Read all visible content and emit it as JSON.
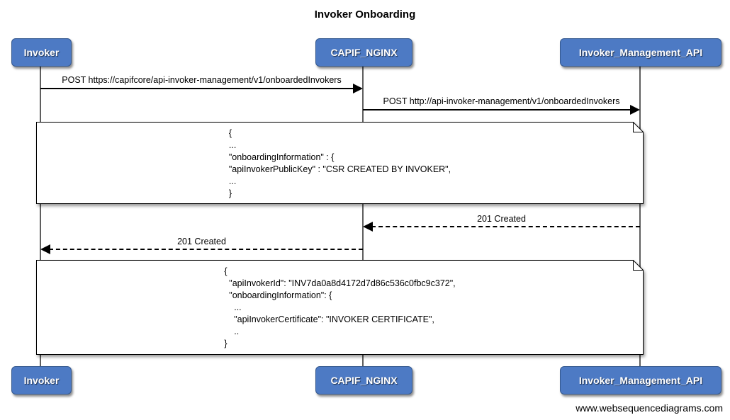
{
  "title": "Invoker Onboarding",
  "actors": [
    {
      "label": "Invoker"
    },
    {
      "label": "CAPIF_NGINX"
    },
    {
      "label": "Invoker_Management_API"
    }
  ],
  "messages": [
    {
      "from": "Invoker",
      "to": "CAPIF_NGINX",
      "line": "solid",
      "label": "POST https://capifcore/api-invoker-management/v1/onboardedInvokers"
    },
    {
      "from": "CAPIF_NGINX",
      "to": "Invoker_Management_API",
      "line": "solid",
      "label": "POST http://api-invoker-management/v1/onboardedInvokers"
    },
    {
      "from": "Invoker_Management_API",
      "to": "CAPIF_NGINX",
      "line": "dashed",
      "label": "201 Created"
    },
    {
      "from": "CAPIF_NGINX",
      "to": "Invoker",
      "line": "dashed",
      "label": "201 Created"
    }
  ],
  "notes": [
    {
      "lines": [
        "{",
        "...",
        "\"onboardingInformation\" : {",
        "\"apiInvokerPublicKey\" : \"CSR CREATED BY INVOKER\",",
        "...",
        "}"
      ]
    },
    {
      "lines": [
        "{",
        "  \"apiInvokerId\": \"INV7da0a8d4172d7d86c536c0fbc9c372\",",
        "  \"onboardingInformation\": {",
        "    ...",
        "    \"apiInvokerCertificate\": \"INVOKER CERTIFICATE\",",
        "    ..",
        "}"
      ]
    }
  ],
  "watermark": "www.websequencediagrams.com",
  "colors": {
    "background": "#ffffff",
    "actor_fill": "#4d7ac4",
    "actor_border": "#35598f",
    "actor_text": "#ffffff",
    "line": "#000000",
    "lifeline": "#5f5f5f",
    "note_bg": "#ffffff"
  }
}
